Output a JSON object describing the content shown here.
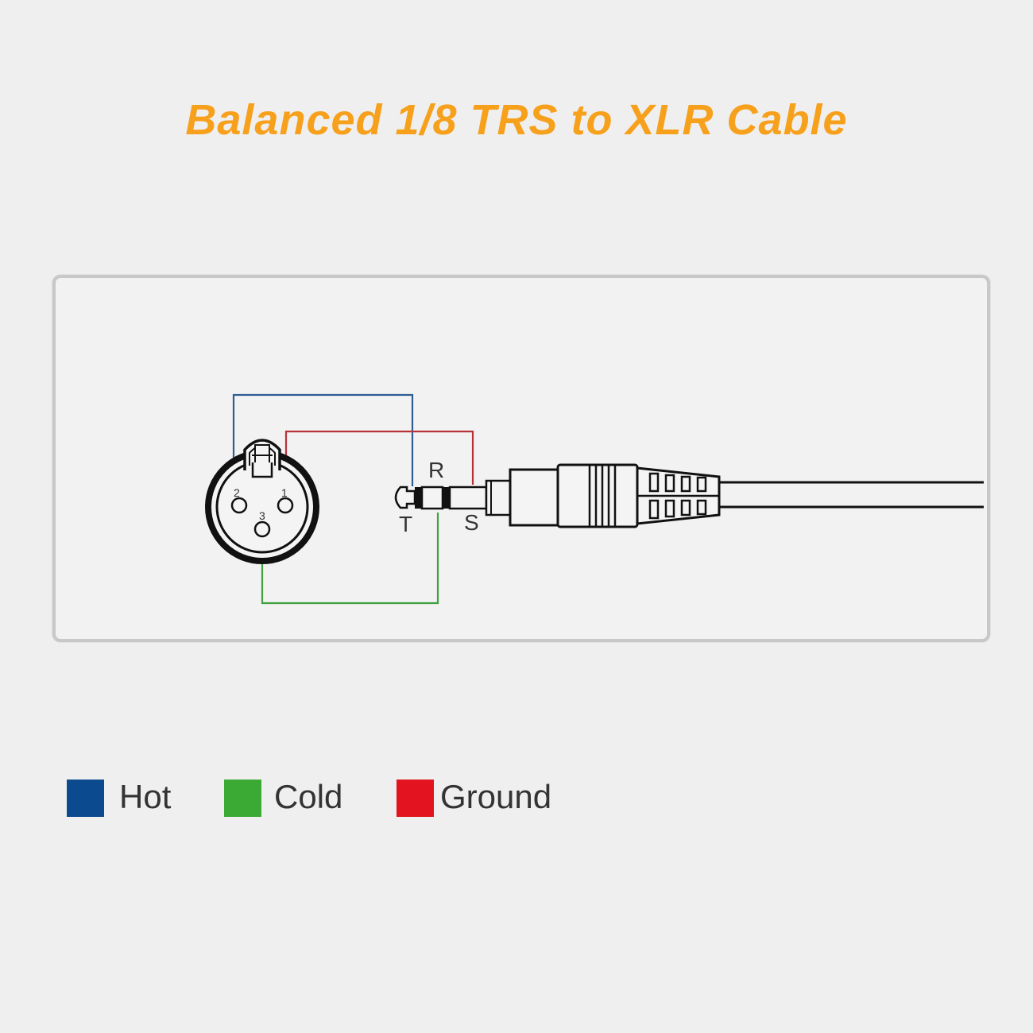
{
  "title": "Balanced 1/8 TRS to XLR Cable",
  "xlr": {
    "pin_labels": [
      "1",
      "2",
      "3"
    ]
  },
  "trs": {
    "tip_label": "T",
    "ring_label": "R",
    "sleeve_label": "S"
  },
  "colors": {
    "title": "#f7a01c",
    "hot": "#0c4a8f",
    "cold": "#3aaa35",
    "ground": "#e3141f",
    "wire_hot": "#2f5d94",
    "wire_cold": "#3fa23c",
    "wire_ground": "#b8323a"
  },
  "legend": [
    {
      "label": "Hot",
      "color": "#0c4a8f"
    },
    {
      "label": "Cold",
      "color": "#3aaa35"
    },
    {
      "label": "Ground",
      "color": "#e3141f"
    }
  ]
}
